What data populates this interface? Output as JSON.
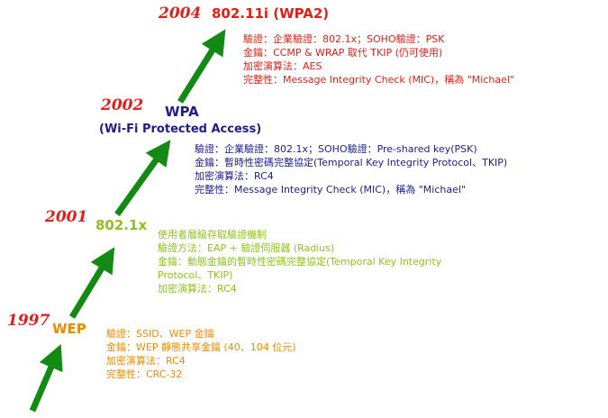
{
  "colors": {
    "arrow": "#138a13",
    "year": "#e0201c",
    "wep": "#ee8a00",
    "dot1x": "#8ec21a",
    "wpa": "#1c1c8a",
    "wpa2": "#e02016"
  },
  "milestones": [
    {
      "year": "1997",
      "title": "WEP",
      "lines": [
        "驗證：SSID、WEP 金鑰",
        "金鑰：WEP 靜態共享金鑰 (40、104 位元)",
        "加密演算法：RC4",
        "完整性：CRC-32"
      ]
    },
    {
      "year": "2001",
      "title": "802.1x",
      "lines": [
        "使用者層級存取驗證機制",
        "驗證方法：EAP + 驗證伺服器 (Radius)",
        "金鑰：動態金鑰的暫時性密碼完整協定(Temporal Key Integrity",
        "Protocol、TKIP)",
        "加密演算法：RC4"
      ]
    },
    {
      "year": "2002",
      "title": "WPA",
      "subtitle": "(Wi-Fi Protected Access)",
      "lines": [
        "驗證：企業驗證：802.1x；SOHO驗證：Pre-shared key(PSK)",
        "金鑰：暫時性密碼完整協定(Temporal Key Integrity Protocol、TKIP)",
        "加密演算法：RC4",
        "完整性：Message Integrity Check (MIC)，稱為 \"Michael\""
      ]
    },
    {
      "year": "2004",
      "title": "802.11i  (WPA2)",
      "lines": [
        "驗證：企業驗證：802.1x；SOHO驗證：PSK",
        "金鑰：CCMP & WRAP 取代 TKIP (仍可使用)",
        "加密演算法：AES",
        "完整性：Message Integrity Check (MIC)，稱為 \"Michael\""
      ]
    }
  ]
}
